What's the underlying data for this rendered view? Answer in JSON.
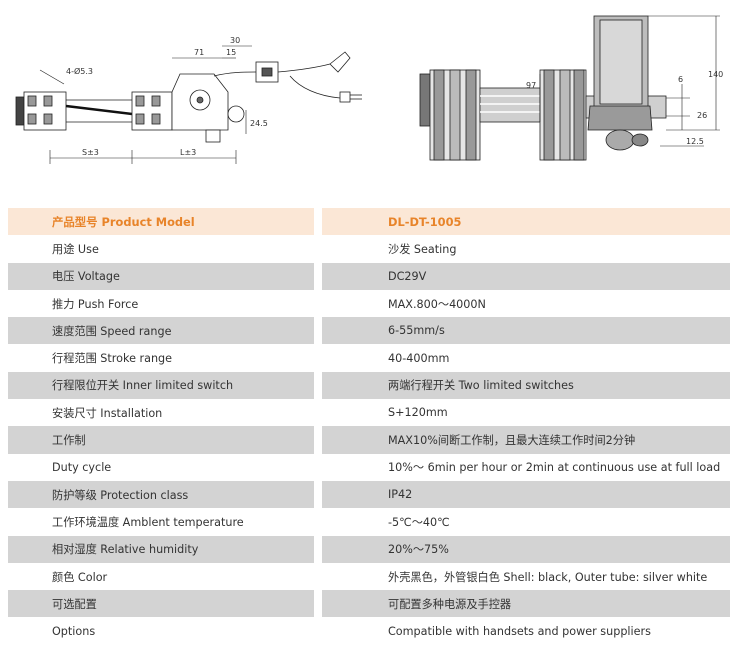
{
  "drawing_left": {
    "dims": {
      "holes": "4-Ø5.3",
      "d71": "71",
      "d30": "30",
      "d15": "15",
      "d24_5": "24.5",
      "stroke": "S±3",
      "length": "L±3"
    }
  },
  "drawing_right": {
    "dims": {
      "d97": "97",
      "d140": "140",
      "d6": "6",
      "d26": "26",
      "d12_5": "12.5"
    }
  },
  "spec": {
    "header": {
      "label": "产品型号 Product Model",
      "value": "DL-DT-1005"
    },
    "rows": [
      {
        "label": "用途  Use",
        "value": "沙发  Seating"
      },
      {
        "label": "电压 Voltage",
        "value": "DC29V"
      },
      {
        "label": "推力 Push Force",
        "value": "MAX.800～4000N"
      },
      {
        "label": "速度范围 Speed range",
        "value": "6-55mm/s"
      },
      {
        "label": "行程范围 Stroke range",
        "value": "40-400mm"
      },
      {
        "label": "行程限位开关 Inner limited switch",
        "value": "两端行程开关  Two limited switches"
      },
      {
        "label": "安装尺寸 Installation",
        "value": "S+120mm"
      },
      {
        "label": "工作制",
        "value": "MAX10%间断工作制，且最大连续工作时间2分钟"
      },
      {
        "label": "Duty cycle",
        "value": "10%～ 6min per hour or 2min at continuous use at full load"
      },
      {
        "label": "防护等级 Protection class",
        "value": "IP42"
      },
      {
        "label": "工作环境温度 Amblent temperature",
        "value": "-5℃～40℃"
      },
      {
        "label": "相对湿度 Relative humidity",
        "value": "20%～75%"
      },
      {
        "label": "颜色 Color",
        "value": "外壳黑色，外管银白色 Shell: black, Outer tube: silver white"
      },
      {
        "label": "可选配置",
        "value": "可配置多种电源及手控器"
      },
      {
        "label": "Options",
        "value": "Compatible with handsets and power suppliers"
      }
    ]
  },
  "colors": {
    "header_text": "#e8842a",
    "header_bg": "#fbe7d6",
    "row_shade": "#d3d3d3",
    "text": "#333333"
  }
}
